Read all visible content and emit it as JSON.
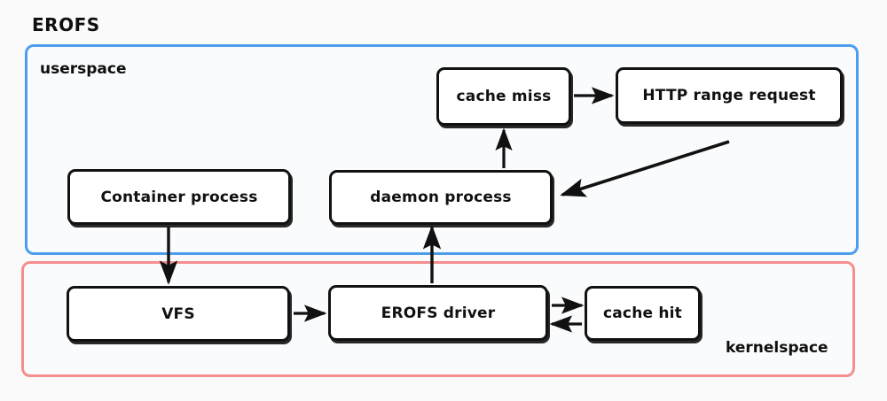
{
  "title": "EROFS",
  "zones": [
    {
      "id": "userspace",
      "label": "userspace",
      "color": "#4d9ded"
    },
    {
      "id": "kernelspace",
      "label": "kernelspace",
      "color": "#f58e8e"
    }
  ],
  "nodes": [
    {
      "id": "cache-miss",
      "label": "cache miss",
      "zone": "userspace"
    },
    {
      "id": "http-range",
      "label": "HTTP range request",
      "zone": "userspace"
    },
    {
      "id": "container-process",
      "label": "Container process",
      "zone": "userspace"
    },
    {
      "id": "daemon-process",
      "label": "daemon process",
      "zone": "userspace"
    },
    {
      "id": "vfs",
      "label": "VFS",
      "zone": "kernelspace"
    },
    {
      "id": "erofs-driver",
      "label": "EROFS driver",
      "zone": "kernelspace"
    },
    {
      "id": "cache-hit",
      "label": "cache hit",
      "zone": "kernelspace"
    }
  ],
  "edges": [
    {
      "id": "cache-miss-to-http-range",
      "from": "cache-miss",
      "to": "http-range",
      "direction": "right"
    },
    {
      "id": "daemon-to-cache-miss",
      "from": "daemon-process",
      "to": "cache-miss",
      "direction": "up"
    },
    {
      "id": "http-range-to-daemon",
      "from": "http-range",
      "to": "daemon-process",
      "direction": "diagonal-down-left"
    },
    {
      "id": "container-process-to-vfs",
      "from": "container-process",
      "to": "vfs",
      "direction": "down"
    },
    {
      "id": "vfs-to-erofs-driver",
      "from": "vfs",
      "to": "erofs-driver",
      "direction": "right"
    },
    {
      "id": "erofs-driver-to-cache-hit",
      "from": "erofs-driver",
      "to": "cache-hit",
      "direction": "right"
    },
    {
      "id": "cache-hit-to-erofs-driver",
      "from": "cache-hit",
      "to": "erofs-driver",
      "direction": "left"
    },
    {
      "id": "erofs-driver-to-daemon-process",
      "from": "erofs-driver",
      "to": "daemon-process",
      "direction": "up"
    }
  ],
  "colors": {
    "background": "#fafafa",
    "stroke": "#111111",
    "userspace_border": "#4d9ded",
    "kernelspace_border": "#f58e8e"
  }
}
